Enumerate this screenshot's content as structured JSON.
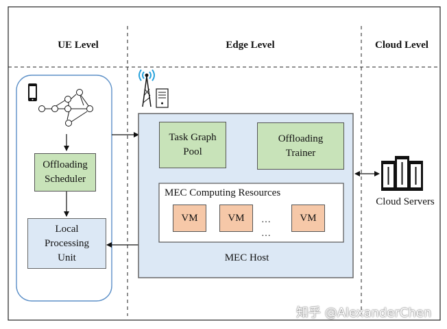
{
  "levels": {
    "ue": "UE Level",
    "edge": "Edge Level",
    "cloud": "Cloud Level"
  },
  "ue": {
    "offloading_scheduler": "Offloading Scheduler",
    "local_processing_unit": "Local Processing Unit"
  },
  "edge": {
    "task_graph_pool": "Task Graph Pool",
    "offloading_trainer": "Offloading Trainer",
    "mec_computing_resources": "MEC Computing Resources",
    "vm_labels": [
      "VM",
      "VM",
      "VM"
    ],
    "ellipsis_1": "…",
    "ellipsis_2": "…",
    "mec_host": "MEC Host"
  },
  "cloud": {
    "cloud_servers": "Cloud Servers"
  },
  "watermark": "知乎 @AlexanderChen",
  "colors": {
    "green_fill": "#c8e3b9",
    "blue_fill": "#dce8f5",
    "vm_fill": "#f6c8a8",
    "antenna_blue": "#2aa3dc"
  },
  "icons": [
    "phone-icon",
    "task-graph-icon",
    "base-station-icon",
    "server-rack-icon"
  ]
}
